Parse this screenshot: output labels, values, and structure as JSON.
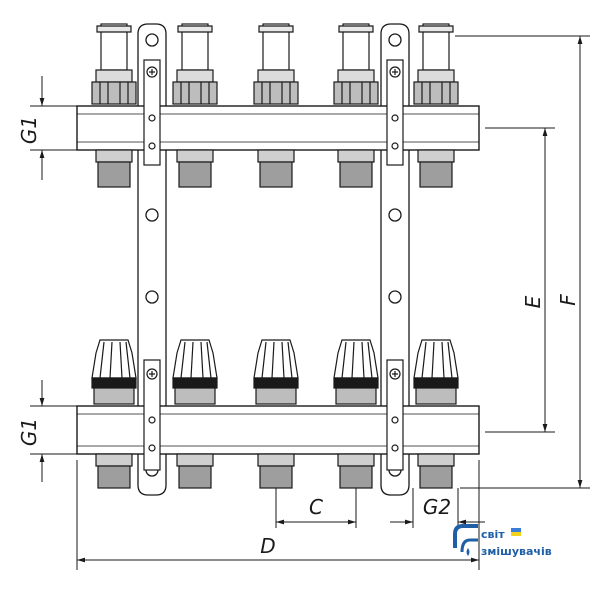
{
  "diagram": {
    "dimensions": {
      "g1_top": "G1",
      "g1_bottom": "G1",
      "c": "C",
      "g2": "G2",
      "d": "D",
      "e": "E",
      "f": "F"
    },
    "outlet_count": 5
  },
  "logo": {
    "line1": "світ",
    "line2": "змішувачів",
    "accent_color": "#1f5fa6",
    "flag_blue": "#3b7dd8",
    "flag_yellow": "#f2d21b"
  }
}
